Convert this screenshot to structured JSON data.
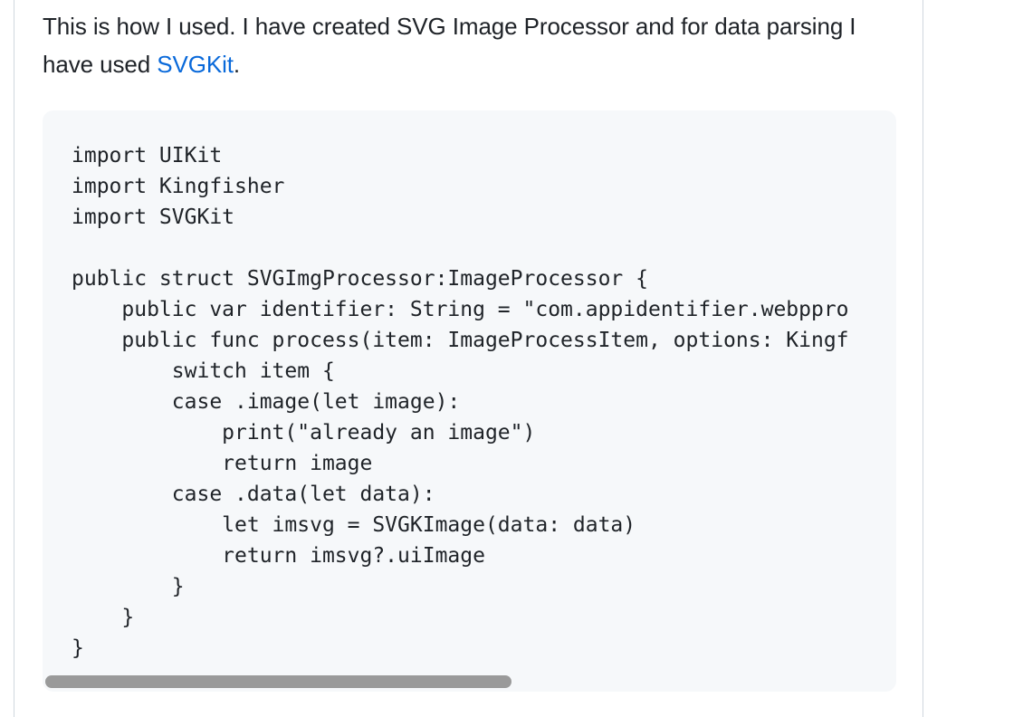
{
  "comment": {
    "intro_text": "This is how I used. I have created SVG Image Processor and for data parsing I have used ",
    "link_text": "SVGKit",
    "intro_end": "."
  },
  "code": {
    "lines": [
      "import UIKit",
      "import Kingfisher",
      "import SVGKit",
      "",
      "public struct SVGImgProcessor:ImageProcessor {",
      "    public var identifier: String = \"com.appidentifier.webppro",
      "    public func process(item: ImageProcessItem, options: Kingf",
      "        switch item {",
      "        case .image(let image):",
      "            print(\"already an image\")",
      "            return image",
      "        case .data(let data):",
      "            let imsvg = SVGKImage(data: data)",
      "            return imsvg?.uiImage",
      "        }",
      "    }",
      "}"
    ],
    "scroll_fraction_visible": 0.55
  },
  "colors": {
    "link": "#0969da",
    "code_background": "#f6f8fa",
    "text": "#1f2328",
    "scrollbar_thumb": "#9a9a9a"
  }
}
